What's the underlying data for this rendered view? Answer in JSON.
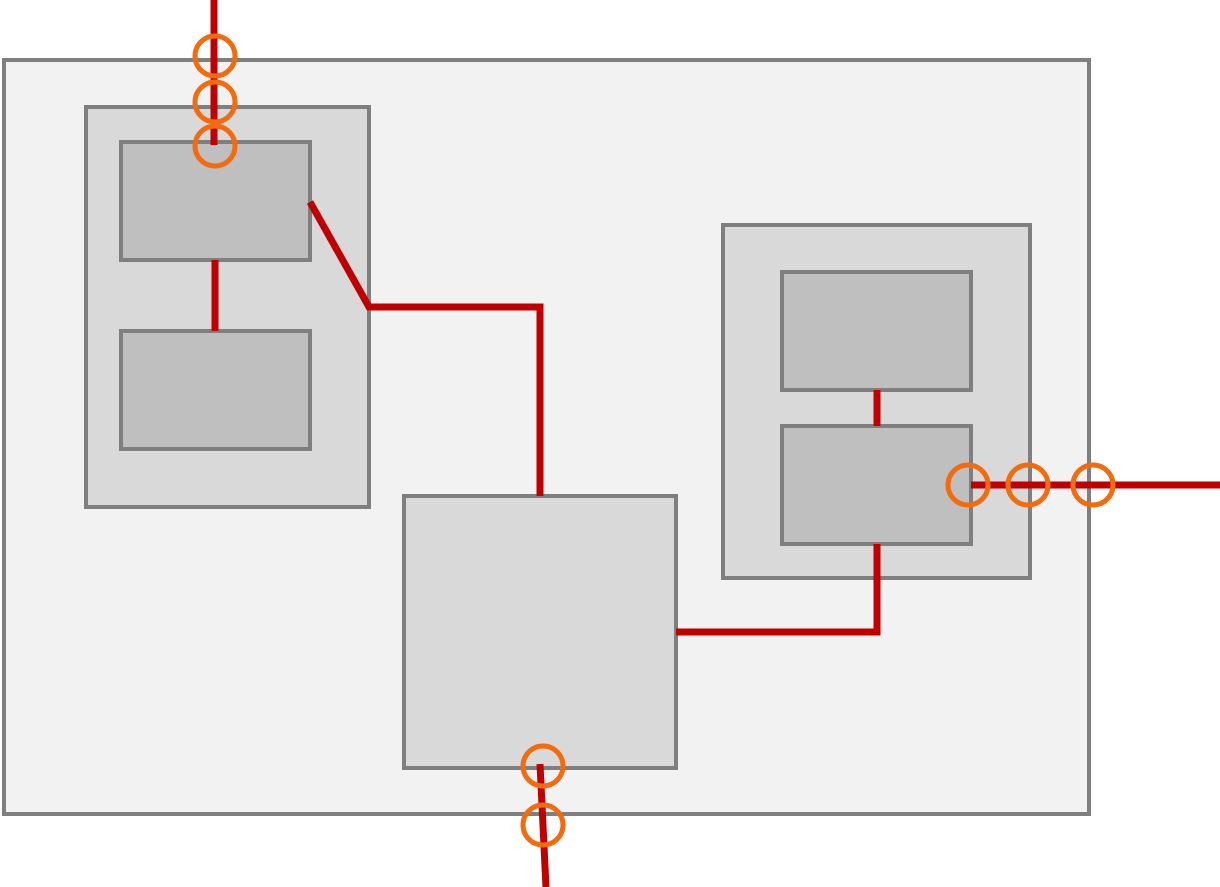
{
  "colors": {
    "background": "#ffffff",
    "outer_fill": "#f2f2f2",
    "group_fill": "#d9d9d9",
    "block_fill": "#bfbfbf",
    "center_fill": "#d9d9d9",
    "border": "#7f7f7f",
    "wire": "#c00000",
    "port_ring": "#f26b0f"
  },
  "boundary_crossings": {
    "top_entry_rings": 3,
    "bottom_exit_rings": 2,
    "right_exit_rings": 3
  }
}
